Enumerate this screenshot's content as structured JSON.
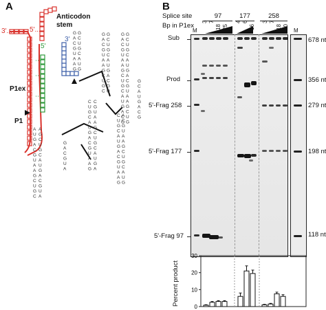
{
  "panel_a": {
    "letter": "A",
    "label_5prime_red": "5'...",
    "label_3prime_red": "3'...",
    "label_3prime_blue": "3'",
    "label_5prime_green": "5'",
    "anticodon_stem": [
      "Anticodon",
      "stem"
    ],
    "p1ex": "P1ex",
    "p1": "P1"
  },
  "panel_b": {
    "letter": "B",
    "splice_site_label": "Splice site",
    "bp_label": "Bp in P1ex",
    "marker": "M",
    "groups": [
      {
        "site": "97",
        "bp": [
          "3",
          "7",
          "18",
          "25"
        ]
      },
      {
        "site": "177",
        "bp": [
          "4",
          "6",
          "16"
        ]
      },
      {
        "site": "258",
        "bp": [
          "3",
          "7",
          "18",
          "20"
        ]
      }
    ],
    "left_labels": [
      "Sub",
      "Prod",
      "5'-Frag 258",
      "5'-Frag 177",
      "5'-Frag 97"
    ],
    "right_labels": [
      "678 nt",
      "356 nt",
      "279 nt",
      "198 nt",
      "118 nt"
    ]
  },
  "chart_data": {
    "type": "bar",
    "ylabel": "Percent product",
    "ylim": [
      0,
      30
    ],
    "yticks": [
      0,
      10,
      20,
      30
    ],
    "categories": [
      "97-3",
      "97-7",
      "97-18",
      "97-25",
      "177-4",
      "177-6",
      "177-16",
      "258-3",
      "258-7",
      "258-18",
      "258-20"
    ],
    "values": [
      0.8,
      2.5,
      3,
      3,
      6,
      21,
      19.5,
      1,
      1.5,
      7.5,
      6
    ],
    "errors": [
      0.3,
      0.5,
      0.5,
      0.5,
      2,
      3,
      2,
      0.3,
      0.4,
      1,
      1
    ]
  }
}
